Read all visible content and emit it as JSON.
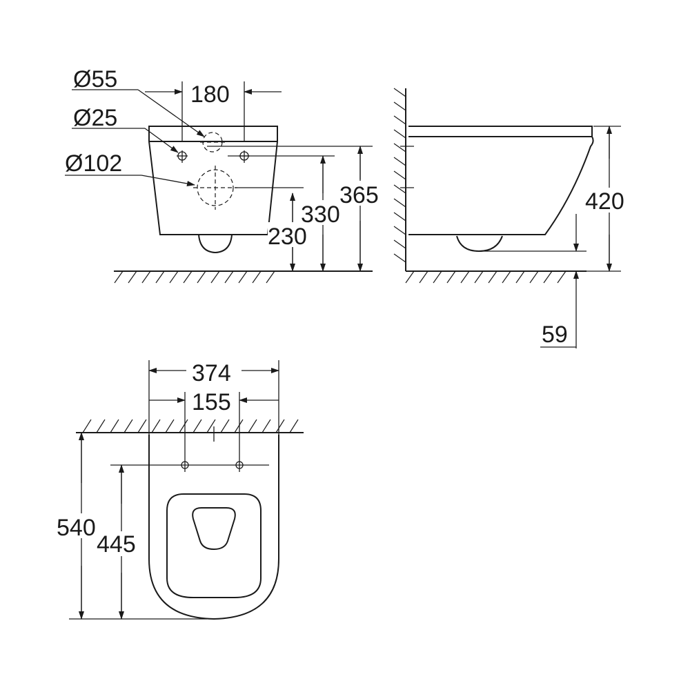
{
  "front_view": {
    "bolt_hole_dia": "Ø55",
    "fixing_hole_dia": "Ø25",
    "outlet_dia": "Ø102",
    "fixing_spacing": "180",
    "height_230": "230",
    "height_330": "330",
    "height_365": "365"
  },
  "side_view": {
    "total_height": "420",
    "floor_clearance": "59"
  },
  "top_view": {
    "width": "374",
    "fixing_spacing": "155",
    "projection": "540",
    "fixing_to_front": "445"
  }
}
